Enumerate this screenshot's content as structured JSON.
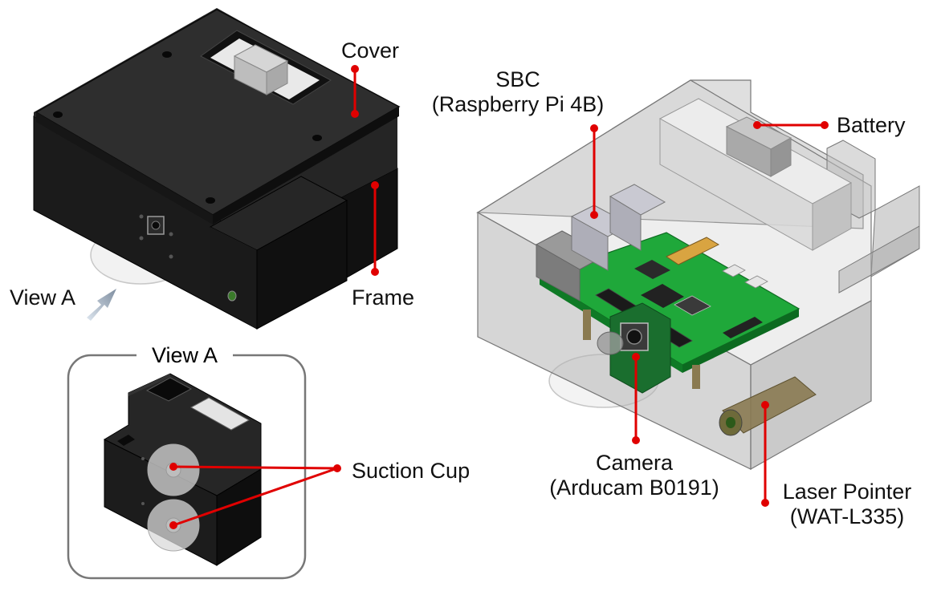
{
  "labels": {
    "cover": "Cover",
    "frame": "Frame",
    "view_a": "View A",
    "view_a_box_title": "View A",
    "suction_cup": "Suction Cup",
    "sbc_line1": "SBC",
    "sbc_line2": "(Raspberry Pi 4B)",
    "battery": "Battery",
    "camera_line1": "Camera",
    "camera_line2": "(Arducam B0191)",
    "laser_line1": "Laser Pointer",
    "laser_line2": "(WAT-L335)"
  },
  "colors": {
    "leader": "#e00000",
    "device_body": "#1a1a1a",
    "housing_transparent": "#b9b9b9",
    "pcb": "#1fa83a",
    "view_box_stroke": "#777777"
  }
}
